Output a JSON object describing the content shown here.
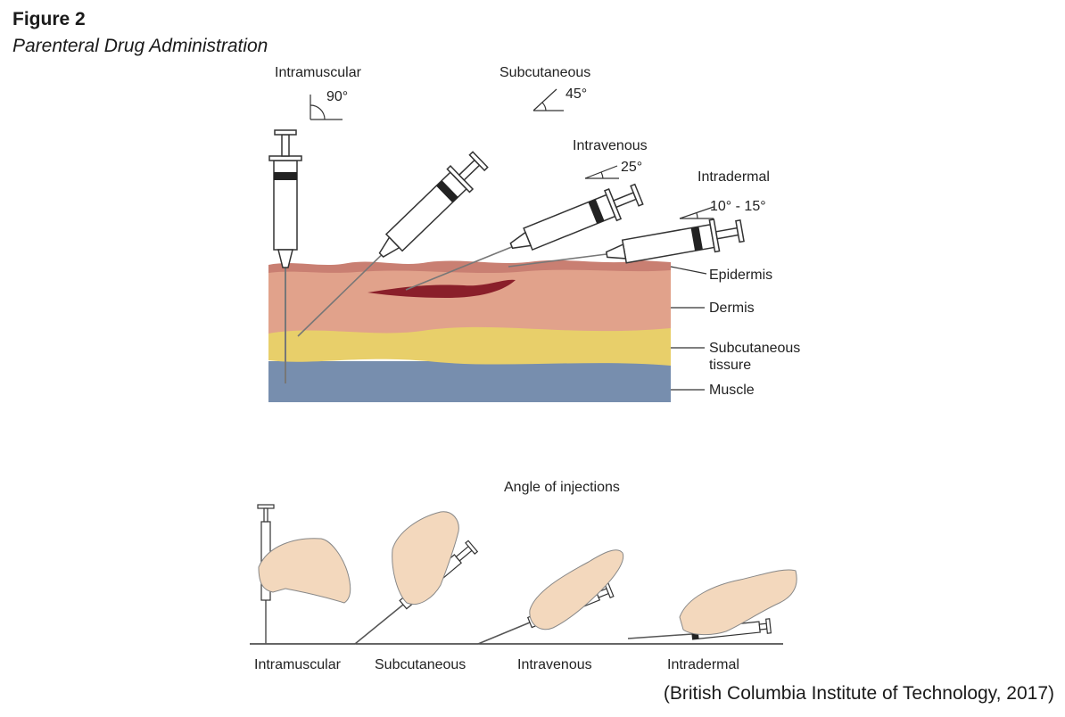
{
  "figure": {
    "label": "Figure 2",
    "title": "Parenteral Drug Administration",
    "citation": "(British Columbia Institute of Technology, 2017)"
  },
  "injections": [
    {
      "name": "Intramuscular",
      "angle": "90°"
    },
    {
      "name": "Subcutaneous",
      "angle": "45°"
    },
    {
      "name": "Intravenous",
      "angle": "25°"
    },
    {
      "name": "Intradermal",
      "angle": "10° - 15°"
    }
  ],
  "layers": {
    "epidermis": "Epidermis",
    "dermis": "Dermis",
    "subcutaneous_line1": "Subcutaneous",
    "subcutaneous_line2": "tissure",
    "muscle": "Muscle"
  },
  "bottom": {
    "title": "Angle of injections",
    "labels": [
      "Intramuscular",
      "Subcutaneous",
      "Intravenous",
      "Intradermal"
    ]
  },
  "colors": {
    "epidermis": "#c97f72",
    "dermis": "#e1a28b",
    "subcutaneous": "#e8cf6a",
    "muscle": "#778eae",
    "vein": "#8a1f2a",
    "skin_hand": "#f3d8bd"
  }
}
